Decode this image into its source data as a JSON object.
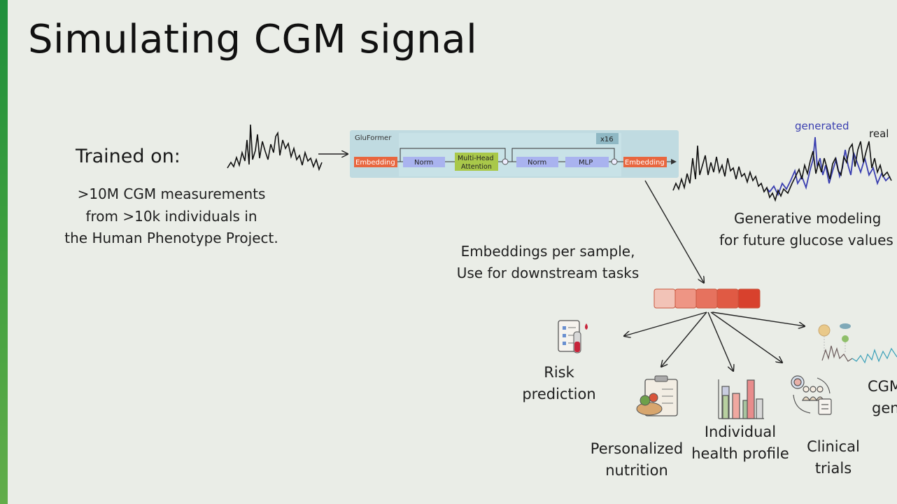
{
  "title": "Simulating CGM signal",
  "training": {
    "heading": "Trained on:",
    "lines": [
      ">10M CGM measurements",
      "from >10k individuals in",
      "the Human Phenotype Project."
    ]
  },
  "architecture": {
    "name": "GluFormer",
    "repeat": "x16",
    "blocks": [
      "Embedding",
      "Norm",
      "Multi-Head Attention",
      "Norm",
      "MLP",
      "Embedding"
    ],
    "colors": {
      "embedding": "#e8663f",
      "norm": "#a9b3ef",
      "attention": "#a9c84a",
      "panel": "#b8d7df"
    }
  },
  "generative": {
    "legend_generated": "generated",
    "legend_real": "real",
    "caption": [
      "Generative modeling",
      "for future glucose values"
    ],
    "colors": {
      "generated": "#3a3fb0",
      "real": "#111111"
    }
  },
  "embeddings": {
    "caption": [
      "Embeddings per sample,",
      "Use for downstream tasks"
    ],
    "cell_colors": [
      "#f2c3b7",
      "#ee9584",
      "#e6725e",
      "#e05a44",
      "#d8412d"
    ]
  },
  "tasks": [
    {
      "label": [
        "Risk",
        "prediction"
      ],
      "icon": "checklist-blood-icon"
    },
    {
      "label": [
        "Personalized",
        "nutrition"
      ],
      "icon": "clipboard-food-icon"
    },
    {
      "label": [
        "Individual",
        "health profile"
      ],
      "icon": "bar-chart-icon"
    },
    {
      "label": [
        "Clinical",
        "trials"
      ],
      "icon": "people-cycle-icon"
    },
    {
      "label": [
        "CGM",
        "gen"
      ],
      "icon": "food-signal-icon"
    }
  ]
}
